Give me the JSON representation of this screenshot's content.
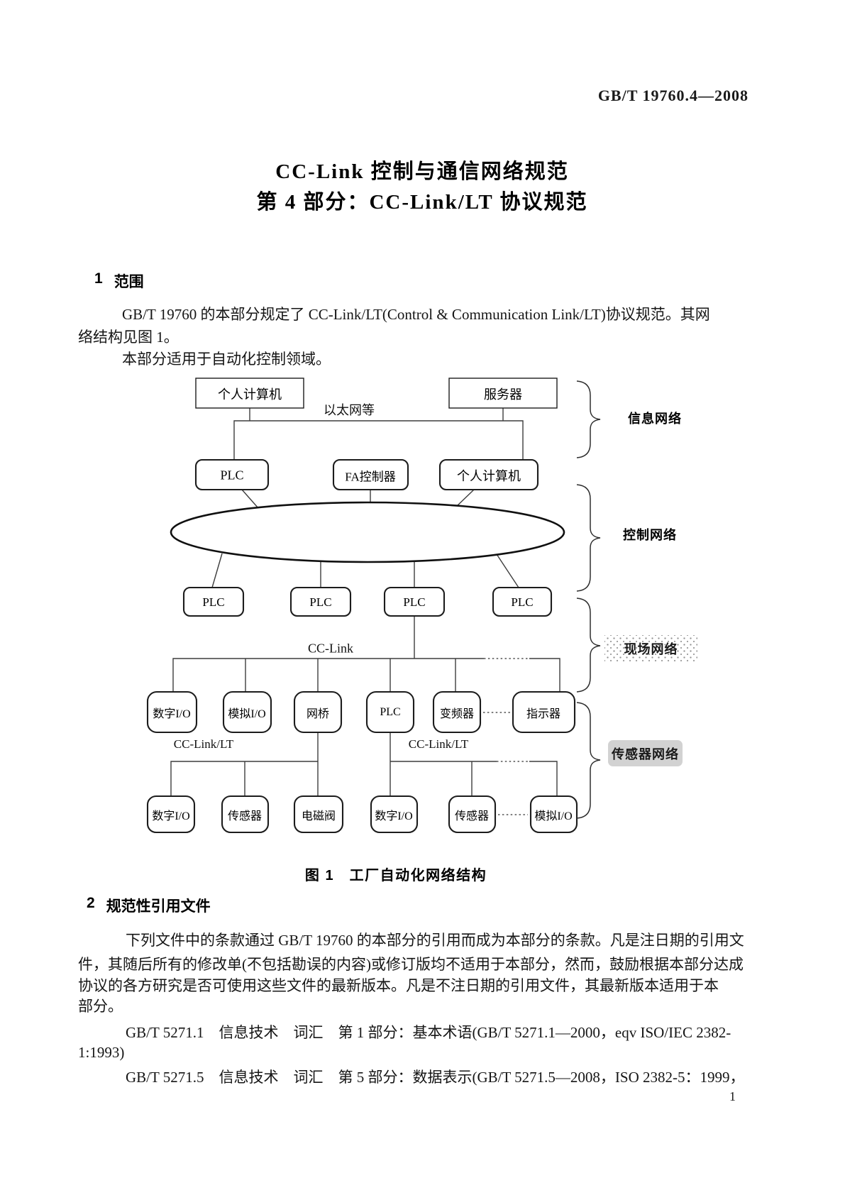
{
  "doc_code": "GB/T 19760.4—2008",
  "page_number": "1",
  "title": {
    "line1": "CC-Link 控制与通信网络规范",
    "line2": "第 4 部分：CC-Link/LT 协议规范"
  },
  "section1": {
    "number": "1",
    "title": "范围"
  },
  "section2": {
    "number": "2",
    "title": "规范性引用文件"
  },
  "paragraphs": {
    "p1_line1": "GB/T 19760 的本部分规定了 CC-Link/LT(Control & Communication Link/LT)协议规范。其网",
    "p1_line2": "络结构见图 1。",
    "p2": "本部分适用于自动化控制领域。",
    "p3_line1": "下列文件中的条款通过 GB/T 19760 的本部分的引用而成为本部分的条款。凡是注日期的引用文",
    "p3_line2": "件，其随后所有的修改单(不包括勘误的内容)或修订版均不适用于本部分，然而，鼓励根据本部分达成",
    "p3_line3": "协议的各方研究是否可使用这些文件的最新版本。凡是不注日期的引用文件，其最新版本适用于本",
    "p3_line4": "部分。",
    "ref1_line1": "GB/T 5271.1　信息技术　词汇　第 1 部分：基本术语(GB/T 5271.1—2000，eqv ISO/IEC 2382-",
    "ref1_line2": "1:1993)",
    "ref2_line1": "GB/T 5271.5　信息技术　词汇　第 5 部分：数据表示(GB/T 5271.5—2008，ISO 2382-5：1999，"
  },
  "figure": {
    "caption": "图 1　工厂自动化网络结构",
    "bus_labels": {
      "ethernet": "以太网等",
      "cc_link": "CC-Link",
      "cc_link_lt_left": "CC-Link/LT",
      "cc_link_lt_right": "CC-Link/LT"
    },
    "zones": {
      "info": "信息网络",
      "control": "控制网络",
      "field": "现场网络",
      "sensor": "传感器网络"
    },
    "nodes": {
      "pc_top": "个人计算机",
      "server": "服务器",
      "plc_l2": "PLC",
      "fa_controller": "FA控制器",
      "pc_l2": "个人计算机",
      "plc_l3_1": "PLC",
      "plc_l3_2": "PLC",
      "plc_l3_3": "PLC",
      "plc_l3_4": "PLC",
      "digital_io_l4": "数字I/O",
      "analog_io_l4": "模拟I/O",
      "bridge": "网桥",
      "plc_l4": "PLC",
      "inverter": "变频器",
      "indicator": "指示器",
      "digital_io_l5a": "数字I/O",
      "sensor_l5a": "传感器",
      "solenoid_valve": "电磁阀",
      "digital_io_l5b": "数字I/O",
      "sensor_l5b": "传感器",
      "analog_io_l5": "模拟I/O"
    }
  }
}
